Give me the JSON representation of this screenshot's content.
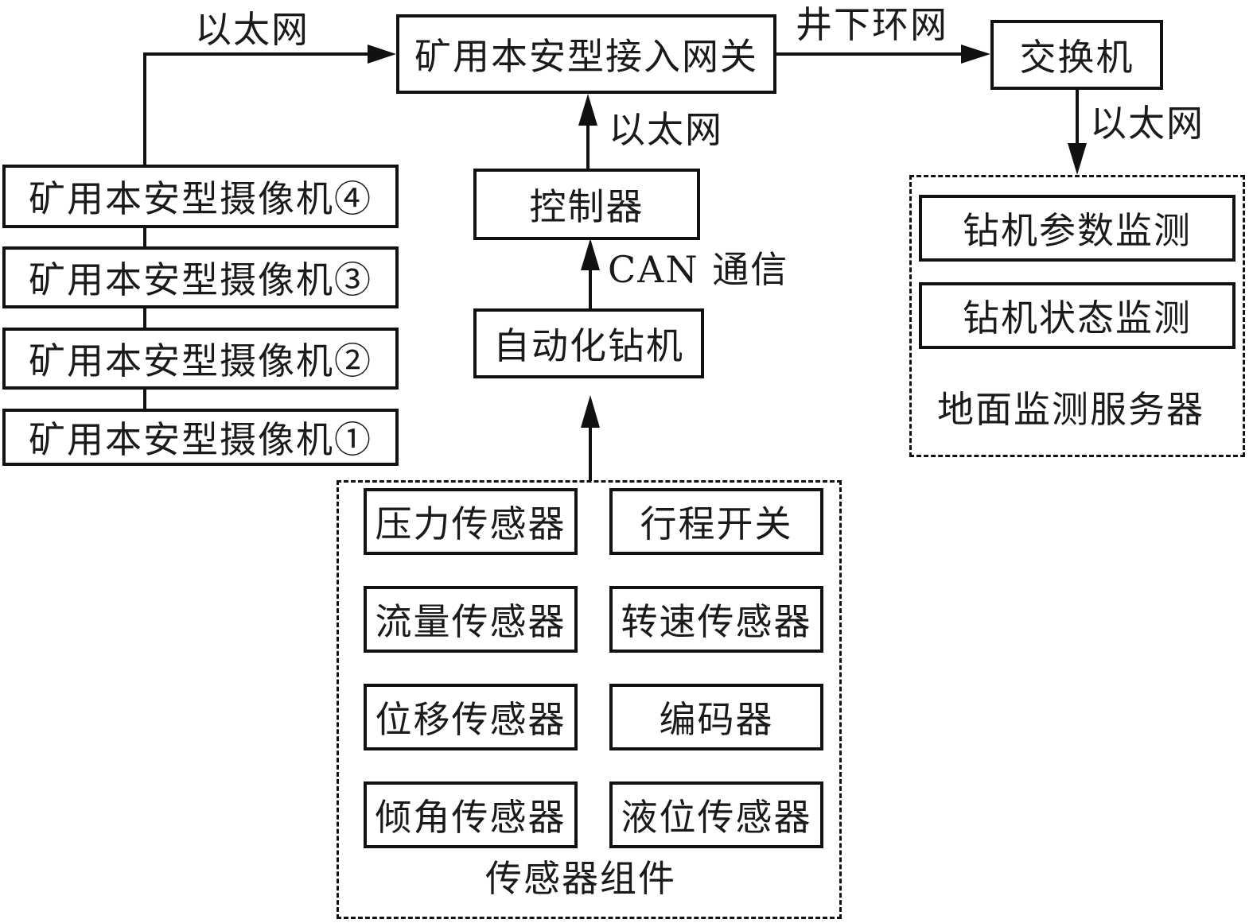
{
  "diagram": {
    "gateway": "矿用本安型接入网关",
    "switch": "交换机",
    "controller": "控制器",
    "drill": "自动化钻机",
    "cameras": [
      "矿用本安型摄像机④",
      "矿用本安型摄像机③",
      "矿用本安型摄像机②",
      "矿用本安型摄像机①"
    ],
    "server_group": {
      "title": "地面监测服务器",
      "items": [
        "钻机参数监测",
        "钻机状态监测"
      ]
    },
    "sensor_group": {
      "title": "传感器组件",
      "items": [
        "压力传感器",
        "行程开关",
        "流量传感器",
        "转速传感器",
        "位移传感器",
        "编码器",
        "倾角传感器",
        "液位传感器"
      ]
    },
    "edge_labels": {
      "cameras_to_gateway": "以太网",
      "controller_to_gateway": "以太网",
      "gateway_to_switch": "井下环网",
      "switch_to_server": "以太网",
      "drill_to_controller": "CAN 通信"
    }
  }
}
